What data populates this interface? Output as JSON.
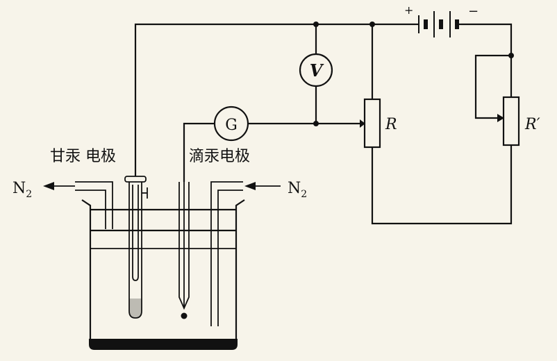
{
  "labels": {
    "voltmeter": "V",
    "galvanometer": "G",
    "resistor_r": "R",
    "resistor_r_prime": "R′",
    "battery_plus": "+",
    "battery_minus": "−",
    "calomel_electrode": "甘汞 电极",
    "dropping_mercury_electrode": "滴汞电极",
    "n2_out": "N",
    "n2_in": "N",
    "n2_subscript": "2"
  }
}
